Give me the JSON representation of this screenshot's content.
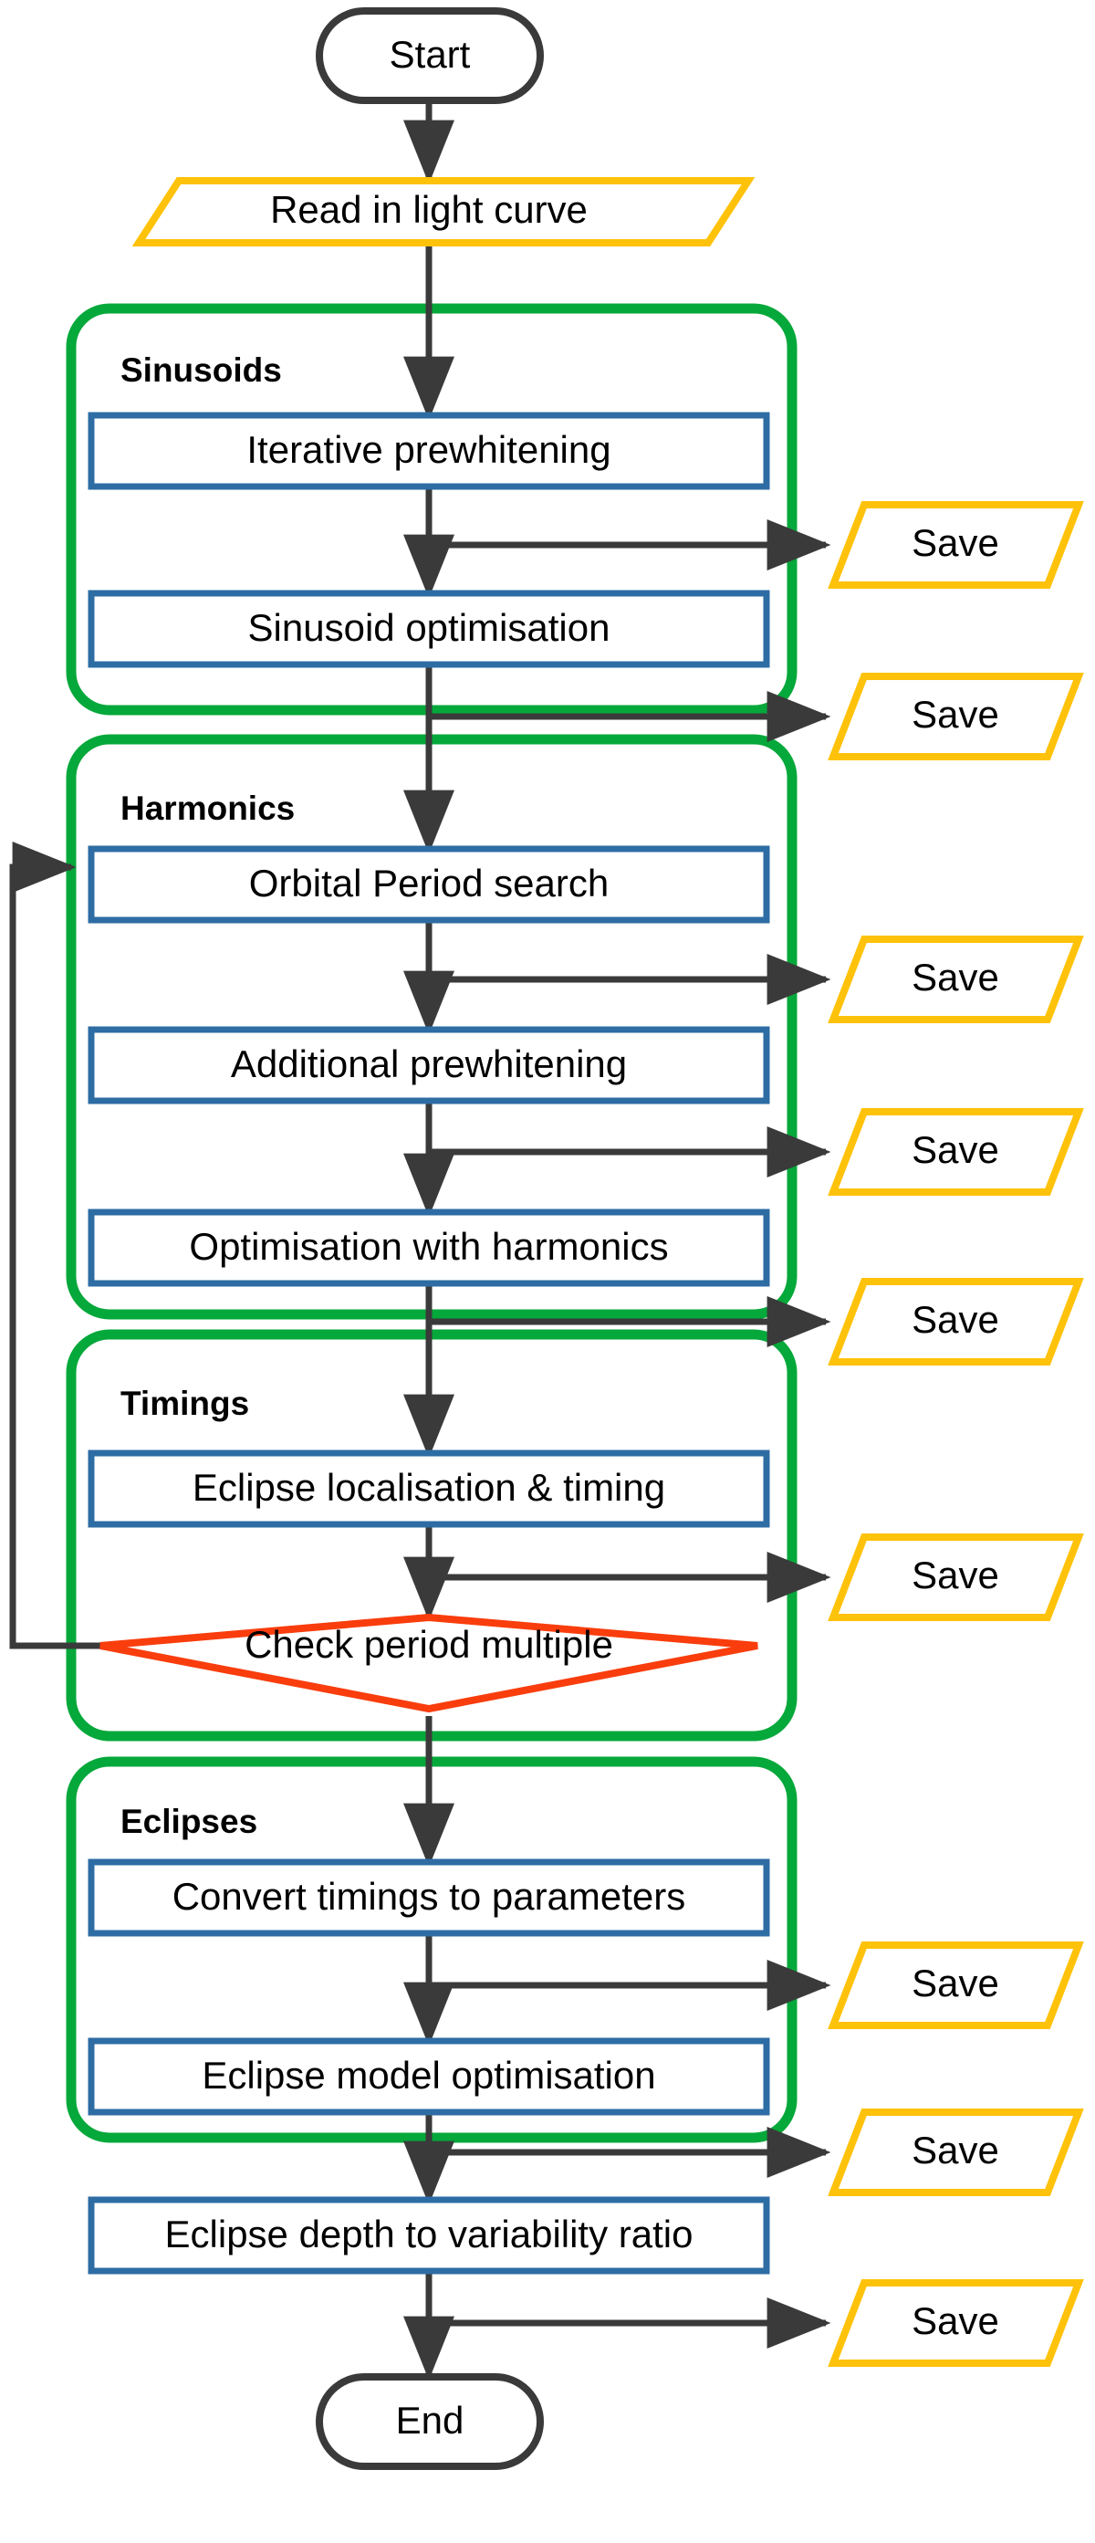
{
  "diagram": {
    "title": "Light curve analysis pipeline flowchart",
    "colors": {
      "terminal_stroke": "#3A3A3A",
      "process_stroke": "#2E6CA4",
      "group_stroke": "#05A83A",
      "io_stroke": "#FFC20A",
      "decision_stroke": "#F93D0D",
      "arrow": "#3A3A3A",
      "text": "#000000",
      "background": "#FFFFFF"
    },
    "nodes": {
      "start": {
        "label": "Start",
        "shape": "terminal"
      },
      "read_light_curve": {
        "label": "Read in light curve",
        "shape": "parallelogram"
      },
      "iterative_prewhitening": {
        "label": "Iterative prewhitening",
        "shape": "process"
      },
      "sinusoid_optimisation": {
        "label": "Sinusoid optimisation",
        "shape": "process"
      },
      "orbital_period_search": {
        "label": "Orbital Period search",
        "shape": "process"
      },
      "additional_prewhitening": {
        "label": "Additional prewhitening",
        "shape": "process"
      },
      "optimisation_with_harmonics": {
        "label": "Optimisation with harmonics",
        "shape": "process"
      },
      "eclipse_localisation_timing": {
        "label": "Eclipse localisation & timing",
        "shape": "process"
      },
      "check_period_multiple": {
        "label": "Check period multiple",
        "shape": "decision"
      },
      "convert_timings_to_parameters": {
        "label": "Convert timings to parameters",
        "shape": "process"
      },
      "eclipse_model_optimisation": {
        "label": "Eclipse model optimisation",
        "shape": "process"
      },
      "eclipse_depth_to_variability_ratio": {
        "label": "Eclipse depth to variability ratio",
        "shape": "process"
      },
      "end": {
        "label": "End",
        "shape": "terminal"
      }
    },
    "groups": [
      {
        "id": "sinusoids",
        "label": "Sinusoids"
      },
      {
        "id": "harmonics",
        "label": "Harmonics"
      },
      {
        "id": "timings",
        "label": "Timings"
      },
      {
        "id": "eclipses",
        "label": "Eclipses"
      }
    ],
    "save_nodes": [
      {
        "id": "save-1",
        "label": "Save",
        "after": "iterative_prewhitening"
      },
      {
        "id": "save-2",
        "label": "Save",
        "after": "sinusoid_optimisation"
      },
      {
        "id": "save-3",
        "label": "Save",
        "after": "orbital_period_search"
      },
      {
        "id": "save-4",
        "label": "Save",
        "after": "additional_prewhitening"
      },
      {
        "id": "save-5",
        "label": "Save",
        "after": "optimisation_with_harmonics"
      },
      {
        "id": "save-6",
        "label": "Save",
        "after": "eclipse_localisation_timing"
      },
      {
        "id": "save-7",
        "label": "Save",
        "after": "convert_timings_to_parameters"
      },
      {
        "id": "save-8",
        "label": "Save",
        "after": "eclipse_model_optimisation"
      },
      {
        "id": "save-9",
        "label": "Save",
        "after": "eclipse_depth_to_variability_ratio"
      }
    ],
    "feedback_edge": {
      "from": "check_period_multiple",
      "to": "orbital_period_search",
      "label": ""
    }
  }
}
